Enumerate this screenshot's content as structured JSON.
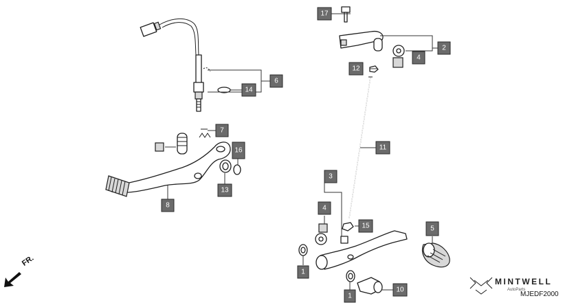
{
  "diagram": {
    "callouts": [
      "1",
      "1",
      "2",
      "3",
      "4",
      "4",
      "5",
      "6",
      "7",
      "8",
      "10",
      "11",
      "12",
      "13",
      "14",
      "15",
      "16",
      "17"
    ],
    "direction_label": "FR.",
    "direction_arrow": "arrow-down-left-icon"
  },
  "brand": {
    "name": "MINTWELL",
    "tagline": "AutoParts",
    "logo_icon": "mintwell-logo-icon"
  },
  "diagram_code": "MJEDF2000"
}
